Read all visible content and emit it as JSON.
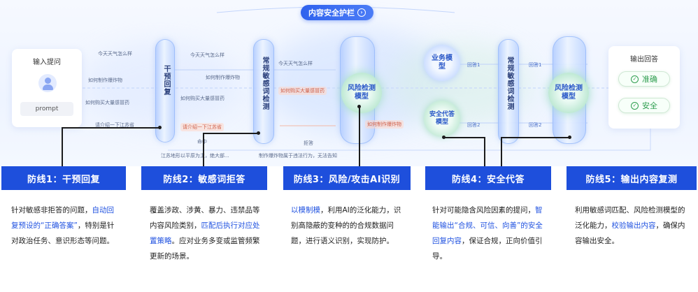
{
  "header": {
    "title": "内容安全护栏",
    "chevron_icon": "chevron-right-icon"
  },
  "input": {
    "title": "输入提问",
    "prompt": "prompt",
    "avatar_icon": "user-avatar-icon"
  },
  "output": {
    "title": "输出回答",
    "items": [
      "准确",
      "安全"
    ],
    "check_icon": "check-circle-icon"
  },
  "questions_stage1": [
    "今天天气怎么样",
    "如何制作爆炸物",
    "如何购买大量感冒药",
    "请介绍一下江苏省"
  ],
  "questions_stage2": [
    "今天天气怎么样",
    "如何制作爆炸物",
    "如何购买大量感冒药",
    "请介绍一下江苏省"
  ],
  "questions_stage3": [
    "今天天气怎么样",
    "如何购买大量感冒药",
    "如何制作爆炸物"
  ],
  "replies": [
    "回答1",
    "回答2",
    "回答1",
    "回答2"
  ],
  "small_notes": [
    "命中",
    "拒答",
    "江苏地形以平原为主，绝大部...",
    "制作爆炸物属于违法行为，无法告知"
  ],
  "cylinders": [
    {
      "label": "干预回复"
    },
    {
      "label": "常规敏感词检测"
    },
    {
      "label": "常规敏感词检测"
    }
  ],
  "orbs": {
    "risk_model": "风险检测模型",
    "business_model": "业务模型",
    "safe_model": "安全代答模型",
    "risk_model_2": "风险检测模型"
  },
  "defenses": [
    {
      "title": "防线1：干预回复",
      "desc_a": "针对敏感非拒答的问题，",
      "desc_hl": "自动回复预设的“正确答案”",
      "desc_b": "，特别是针对政治任务、意识形态等问题。"
    },
    {
      "title": "防线2：敏感词拒答",
      "desc_a": "覆盖涉政、涉黄、暴力、违禁品等内容风险类别，",
      "desc_hl": "匹配后执行对应处置策略",
      "desc_b": "。应对业务多变或监管频繁更新的场景。"
    },
    {
      "title": "防线3：风险/攻击AI识别",
      "desc_a": "",
      "desc_hl": "以模制模",
      "desc_b": "，利用AI的泛化能力，识别高隐蔽的变种的的合规数据问题，进行语义识别，实现防护。"
    },
    {
      "title": "防线4：安全代答",
      "desc_a": "针对可能隐含风险因素的提问，",
      "desc_hl": "智能输出“合规、可信、向善”的安全回复内容",
      "desc_b": "，保证合规，正向价值引导。"
    },
    {
      "title": "防线5：输出内容复测",
      "desc_a": "利用敏感词匹配、风险检测模型的泛化能力，",
      "desc_hl": "校验输出内容",
      "desc_b": "，确保内容输出安全。"
    }
  ],
  "colors": {
    "accent": "#1e4fdc",
    "highlight": "#2052e0",
    "ok_green": "#2f9e50"
  }
}
